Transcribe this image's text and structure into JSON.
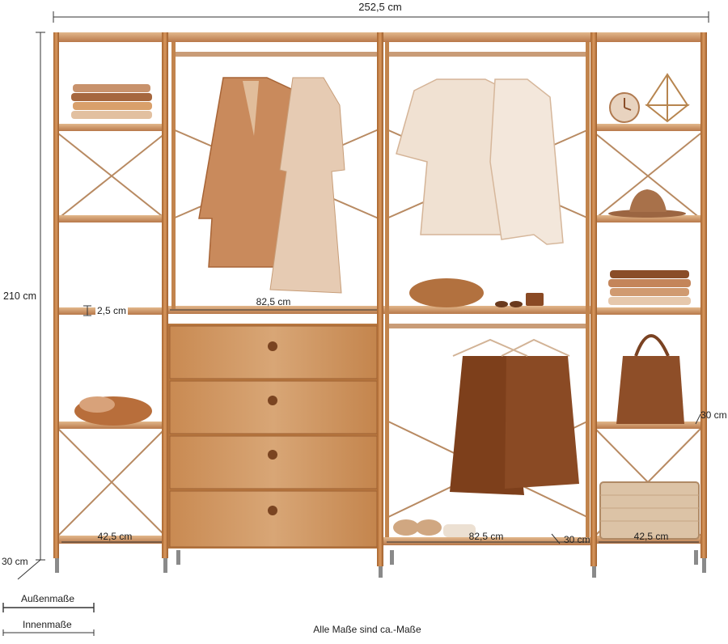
{
  "dimensions": {
    "total_width": "252,5 cm",
    "height": "210 cm",
    "depth_outer": "30 cm",
    "board_thickness": "2,5 cm",
    "middle_width_left": "82,5 cm",
    "side_shelf_left_bottom": "42,5 cm",
    "middle_width_right_bottom": "82,5 cm",
    "depth_inner_bottom": "30 cm",
    "side_shelf_right_bottom": "42,5 cm",
    "depth_right_side": "30 cm"
  },
  "legend": {
    "outer": "Außenmaße",
    "inner": "Innenmaße"
  },
  "footnote": "Alle Maße sind ca.-Maße",
  "colors": {
    "frame": "#c47a3f",
    "frame_dark": "#9a5a2a",
    "wood": "#d39c68",
    "wood_dark": "#a8683a",
    "rail": "#b58a63",
    "dimension_line": "#333333"
  }
}
